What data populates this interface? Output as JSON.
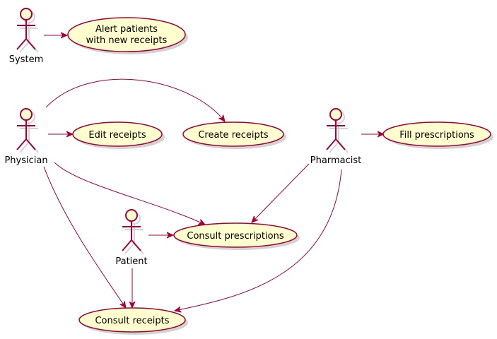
{
  "colors": {
    "stroke": "#A80036",
    "usecase_fill": "#FEFECE",
    "shadow": "#D3D3D3",
    "text": "#000000",
    "background": "#FFFFFF"
  },
  "actors": {
    "system": "System",
    "physician": "Physician",
    "pharmacist": "Pharmacist",
    "patient": "Patient"
  },
  "usecases": {
    "alert_line1": "Alert patients",
    "alert_line2": "with new receipts",
    "edit_receipts": "Edit receipts",
    "create_receipts": "Create receipts",
    "fill_prescriptions": "Fill prescriptions",
    "consult_prescriptions": "Consult prescriptions",
    "consult_receipts": "Consult receipts"
  },
  "associations": [
    [
      "system",
      "alert"
    ],
    [
      "physician",
      "create_receipts"
    ],
    [
      "physician",
      "edit_receipts"
    ],
    [
      "physician",
      "consult_prescriptions"
    ],
    [
      "physician",
      "consult_receipts"
    ],
    [
      "pharmacist",
      "fill_prescriptions"
    ],
    [
      "pharmacist",
      "consult_prescriptions"
    ],
    [
      "pharmacist",
      "consult_receipts"
    ],
    [
      "patient",
      "consult_prescriptions"
    ],
    [
      "patient",
      "consult_receipts"
    ]
  ]
}
